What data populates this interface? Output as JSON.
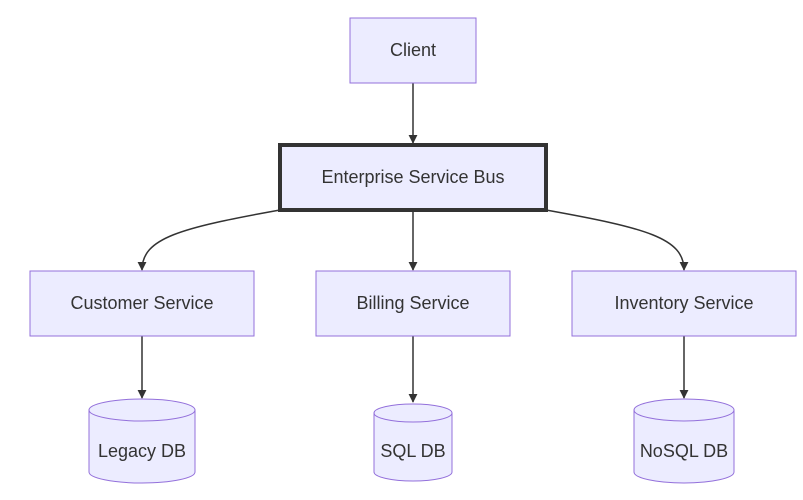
{
  "nodes": {
    "client": {
      "label": "Client"
    },
    "esb": {
      "label": "Enterprise Service Bus"
    },
    "customer_service": {
      "label": "Customer Service"
    },
    "billing_service": {
      "label": "Billing Service"
    },
    "inventory_service": {
      "label": "Inventory Service"
    },
    "legacy_db": {
      "label": "Legacy DB"
    },
    "sql_db": {
      "label": "SQL DB"
    },
    "nosql_db": {
      "label": "NoSQL DB"
    }
  },
  "edges": [
    {
      "from": "Client",
      "to": "Enterprise Service Bus"
    },
    {
      "from": "Enterprise Service Bus",
      "to": "Customer Service"
    },
    {
      "from": "Enterprise Service Bus",
      "to": "Billing Service"
    },
    {
      "from": "Enterprise Service Bus",
      "to": "Inventory Service"
    },
    {
      "from": "Customer Service",
      "to": "Legacy DB"
    },
    {
      "from": "Billing Service",
      "to": "SQL DB"
    },
    {
      "from": "Inventory Service",
      "to": "NoSQL DB"
    }
  ],
  "colors": {
    "node_fill": "#ECECFF",
    "node_stroke": "#9370DB",
    "emphasis_stroke": "#333333",
    "edge": "#333333",
    "text": "#333333"
  }
}
